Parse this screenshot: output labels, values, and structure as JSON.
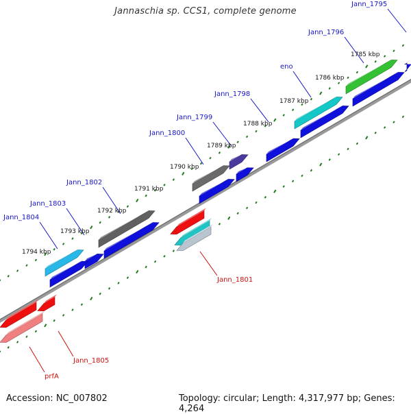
{
  "title": "Jannaschia sp. CCS1, complete genome",
  "footer": {
    "accession": "Accession: NC_007802",
    "summary": "Topology: circular; Length: 4,317,977 bp; Genes: 4,264"
  },
  "colors": {
    "background": "#ffffff",
    "backbone": "#8a8a8a",
    "tick": "#1f7a1f",
    "label_blue": "#1515c8",
    "label_red": "#cc1010",
    "ruler_text": "#111111"
  },
  "scale_labels": [
    "1794 kbp",
    "1793 kbp",
    "1792 kbp",
    "1791 kbp",
    "1790 kbp",
    "1789 kbp",
    "1788 kbp",
    "1787 kbp",
    "1786 kbp",
    "1785 kbp"
  ],
  "genes": [
    {
      "label": "Jann_1795",
      "strand": "forward",
      "color": "#1a1aee"
    },
    {
      "label": "Jann_1796",
      "strand": "forward",
      "color": "#34c234"
    },
    {
      "label": "eno",
      "strand": "forward",
      "color": "#14c8c8"
    },
    {
      "label": "Jann_1798",
      "strand": "forward",
      "color": "#4a3aa0"
    },
    {
      "label": "Jann_1799",
      "strand": "forward",
      "color": "#6a6a6a"
    },
    {
      "label": "Jann_1800",
      "strand": "forward",
      "color": "#6a6a6a"
    },
    {
      "label": "Jann_1802",
      "strand": "forward",
      "color": "#606060"
    },
    {
      "label": "Jann_1803",
      "strand": "forward",
      "color": "#28b8e8"
    },
    {
      "label": "Jann_1804",
      "strand": "forward",
      "color": "#28b8e8"
    },
    {
      "label": "Jann_1801",
      "strand": "reverse",
      "color": "#ee1010"
    },
    {
      "label": "Jann_1805",
      "strand": "reverse",
      "color": "#ee1010"
    },
    {
      "label": "prfA",
      "strand": "reverse",
      "color": "#ee1010"
    }
  ]
}
